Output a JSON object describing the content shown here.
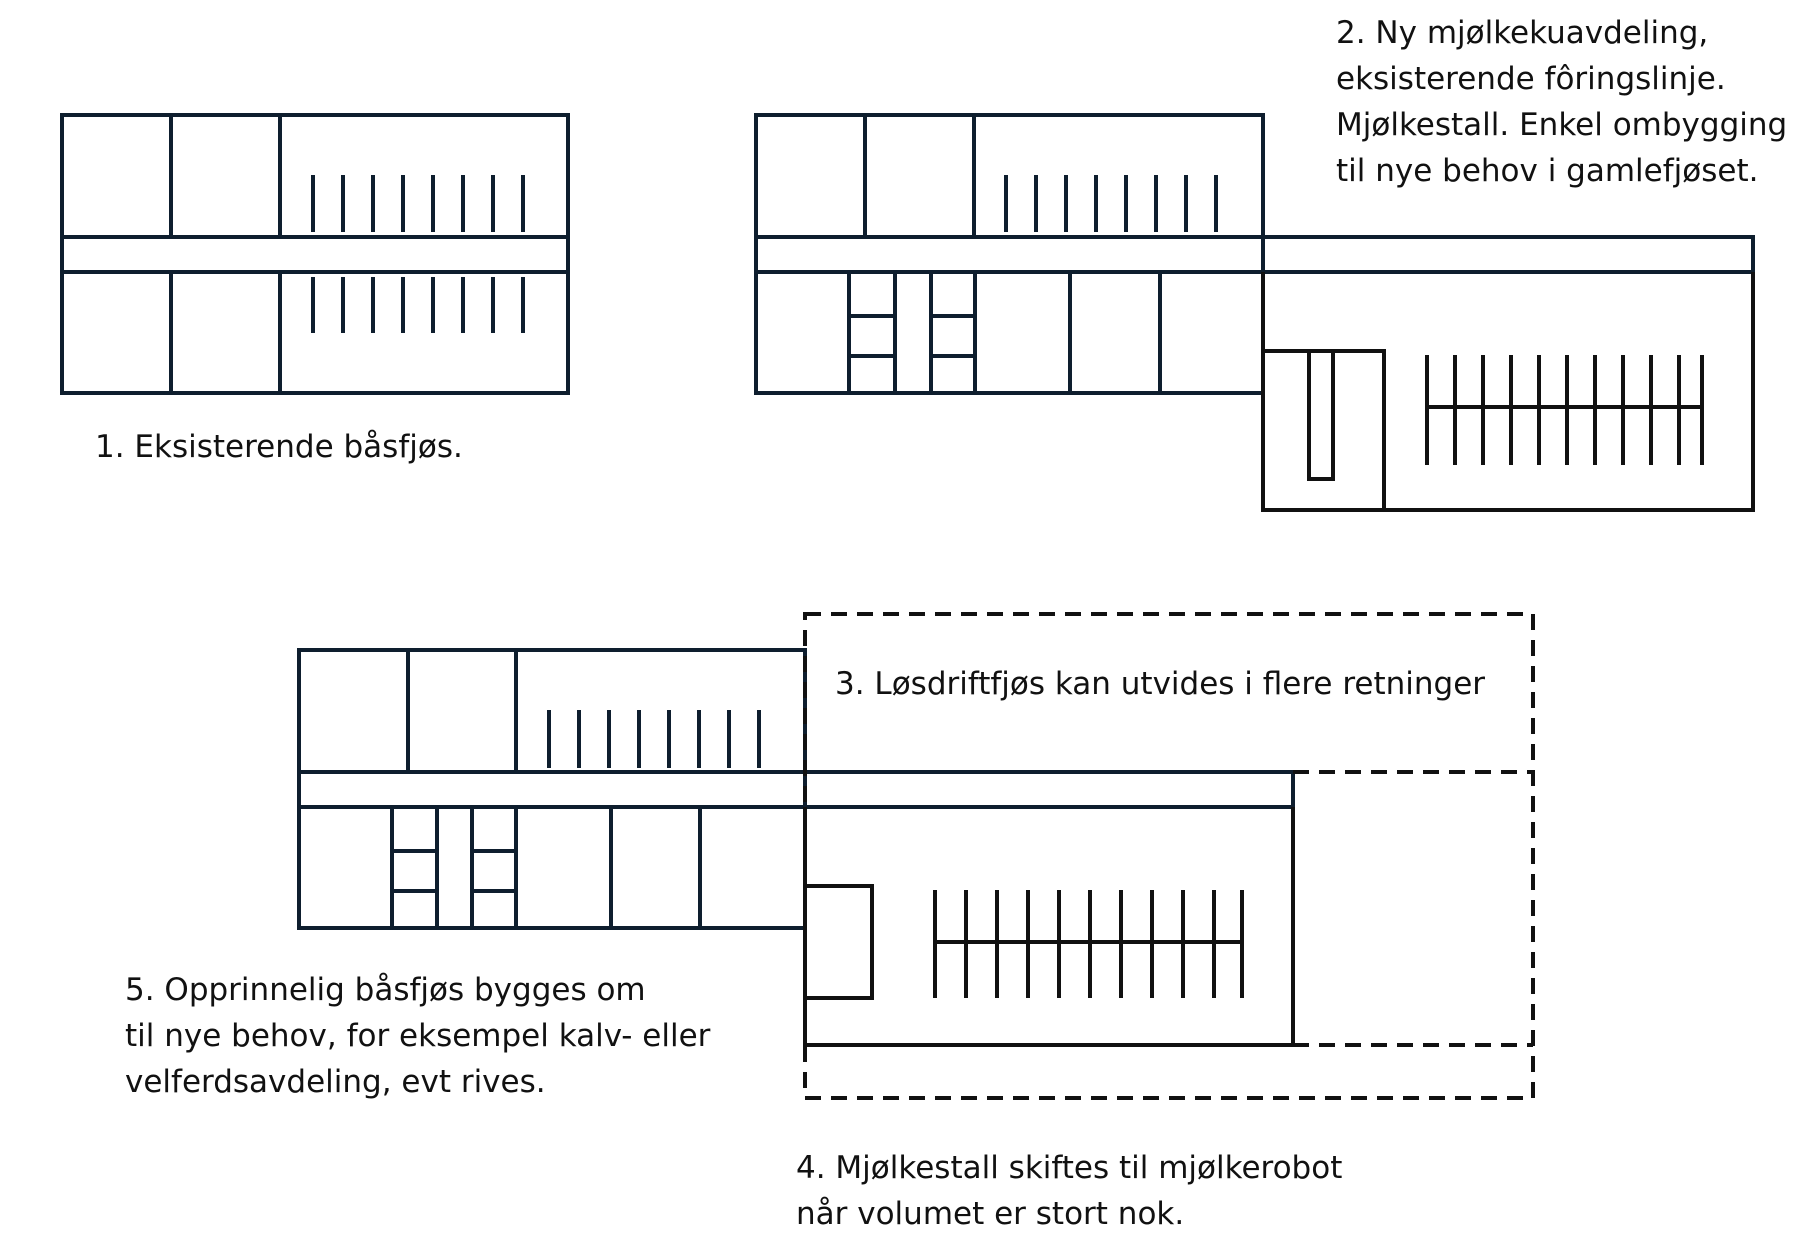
{
  "captions": {
    "step1": [
      "1. Eksisterende båsfjøs."
    ],
    "step2": [
      "2. Ny mjølkekuavdeling,",
      "eksisterende fôringslinje.",
      "Mjølkestall. Enkel ombygging",
      "til nye behov i gamlefjøset."
    ],
    "step3": [
      "3. Løsdriftfjøs kan utvides i flere retninger"
    ],
    "step4": [
      "4. Mjølkestall skiftes til mjølkerobot",
      "når volumet er stort nok."
    ],
    "step5": [
      "5. Opprinnelig båsfjøs bygges om",
      "til nye behov, for eksempel kalv- eller",
      "velferdsavdeling, evt rives."
    ]
  },
  "colors": {
    "old_barn_outline": "#0e1e2e",
    "new_barn_outline": "#111111",
    "text": "#111111",
    "background": "#ffffff"
  }
}
